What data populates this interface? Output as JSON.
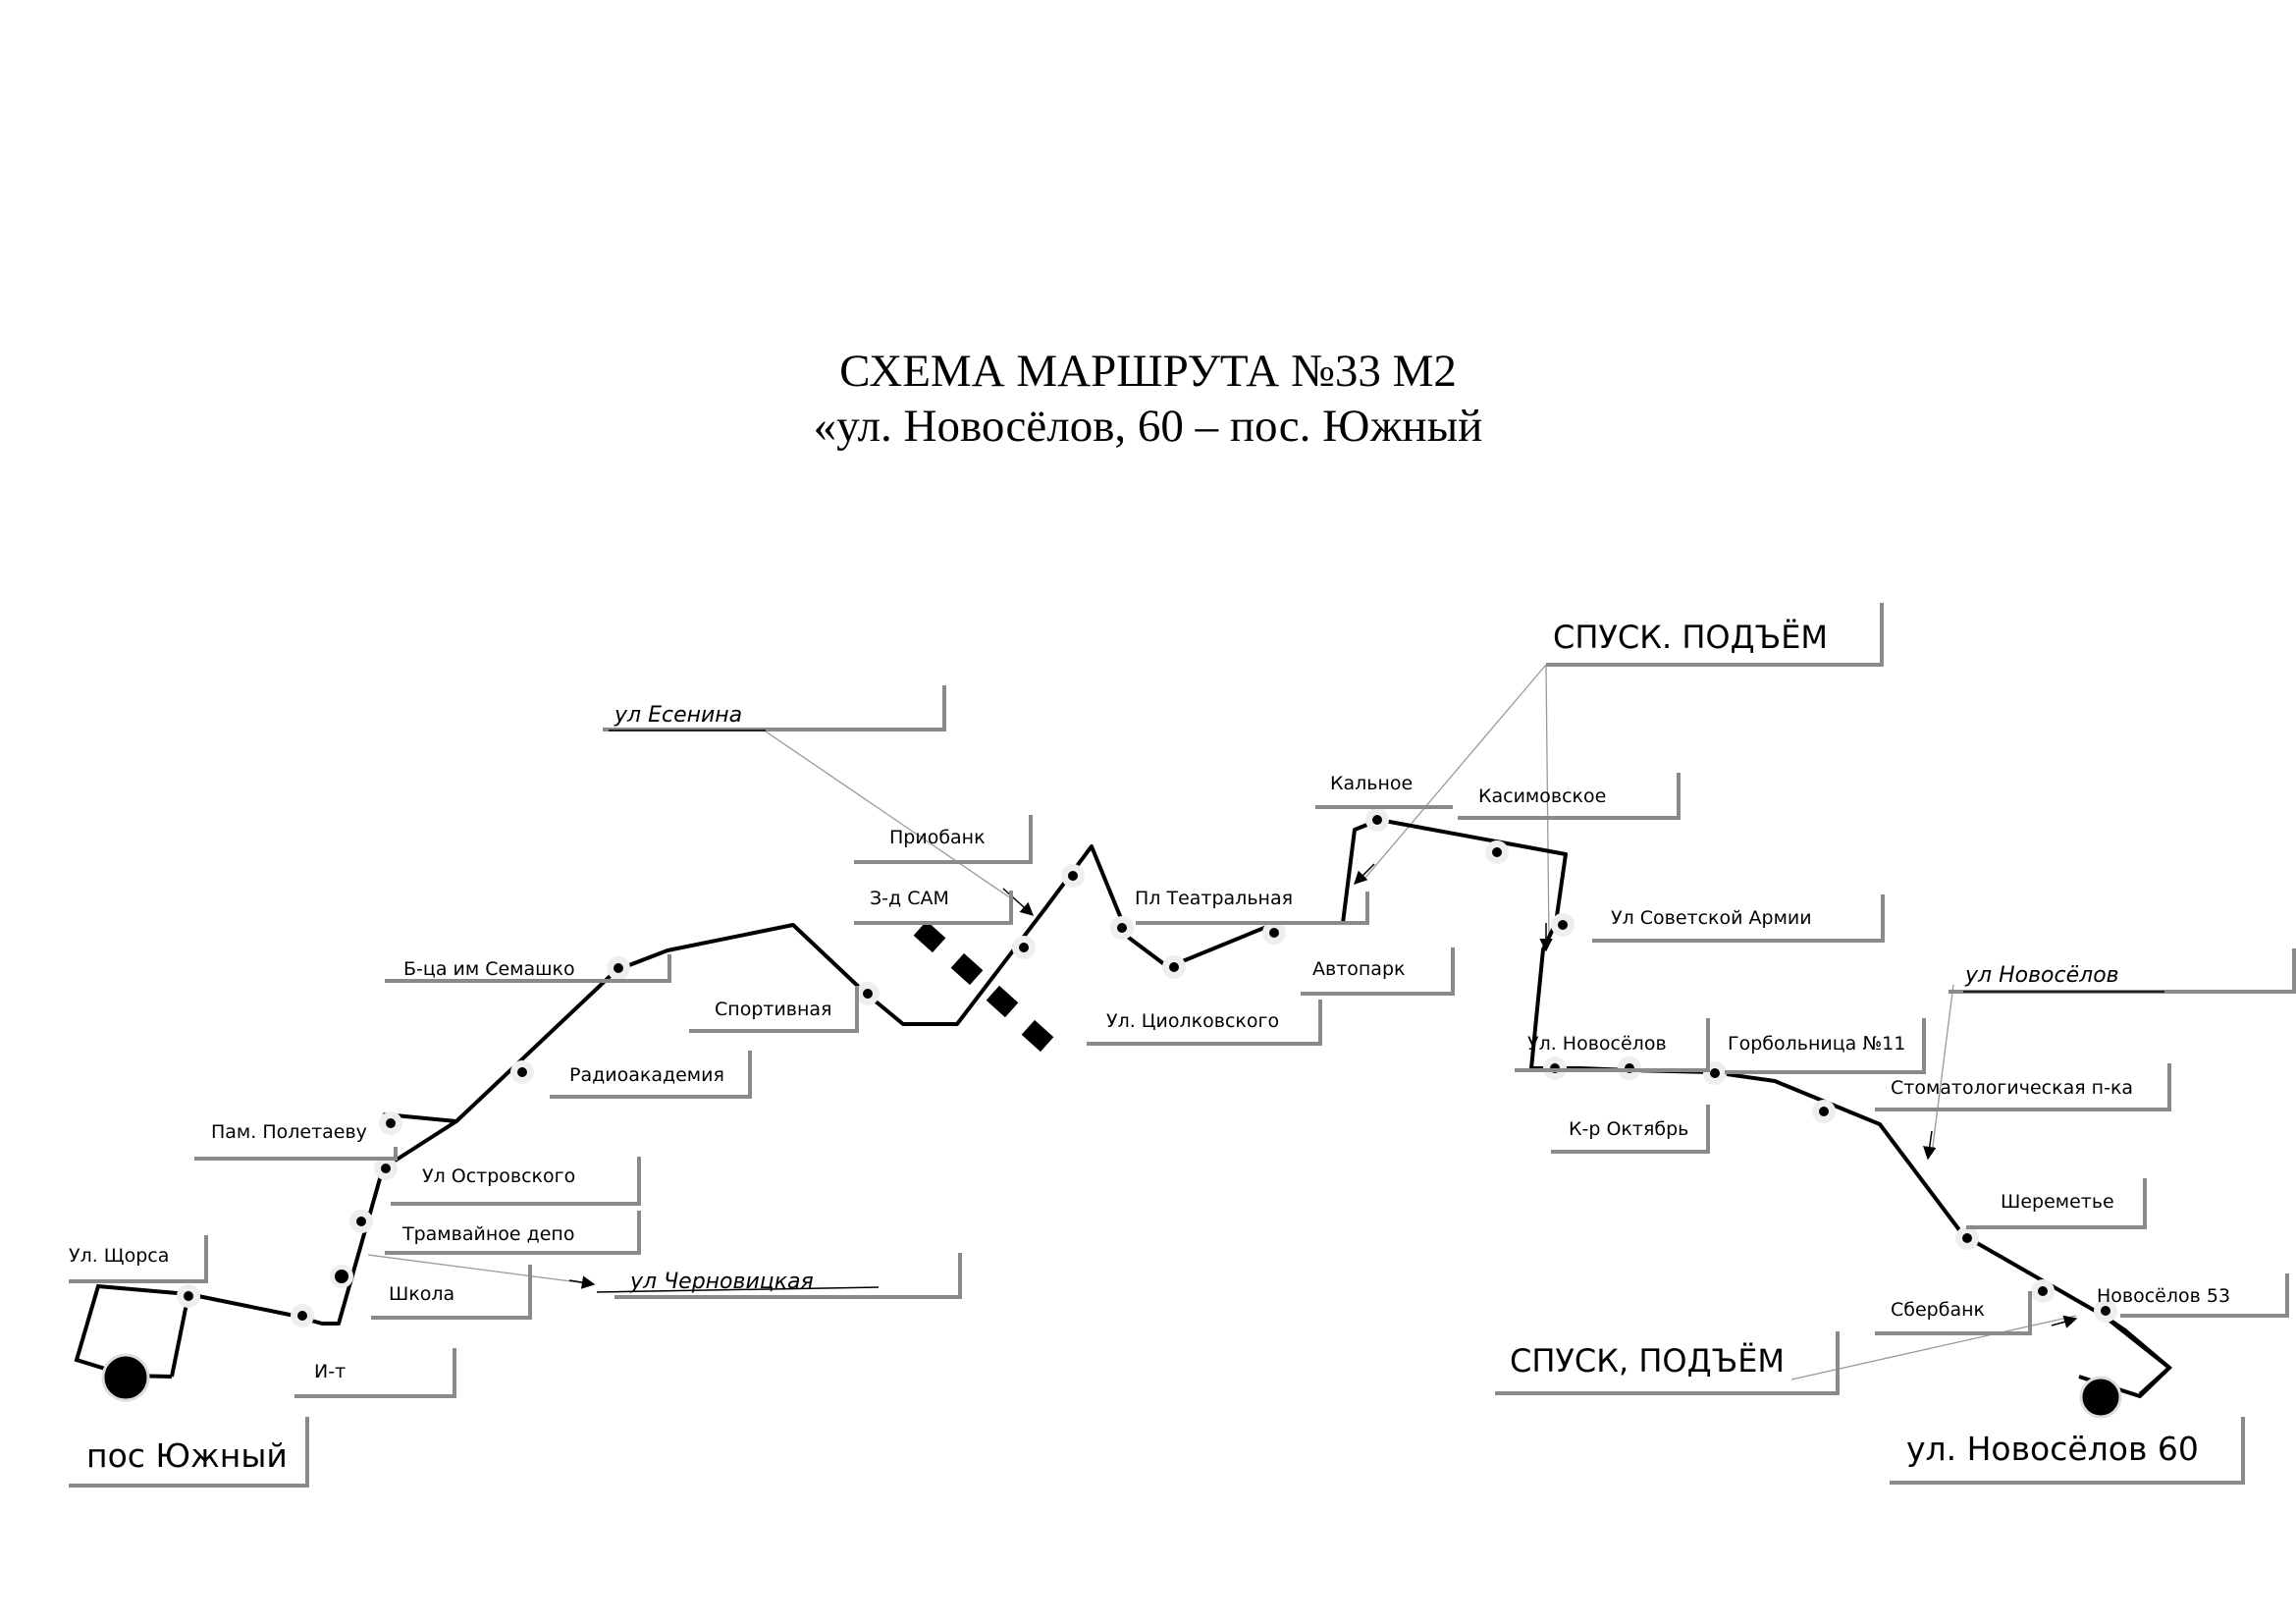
{
  "title": {
    "line1": "СХЕМА МАРШРУТА №33 М2",
    "line2": "«ул. Новосёлов, 60 – пос. Южный"
  },
  "terminals": {
    "start": "пос Южный",
    "end": "ул. Новосёлов 60"
  },
  "stops": {
    "shchorsa": "Ул. Щорса",
    "it": "И-т",
    "shkola": "Школа",
    "tram_depot": "Трамвайное депо",
    "ostrovskogo": "Ул Островского",
    "poletaevu": "Пам. Полетаеву",
    "radioakademiya": "Радиоакадемия",
    "semashko": "Б-ца им Семашко",
    "sportivnaya": "Спортивная",
    "zd_sam": "З-д САМ",
    "priobank": "Приобанк",
    "tsiolkovskogo": "Ул. Циолковского",
    "teatralnaya": "Пл Театральная",
    "avtopark": "Автопарк",
    "kalnoe": "Кальное",
    "kasimovskoe": "Касимовское",
    "sovetskoy_armii": "Ул Советской Армии",
    "novoselov_st": "Ул. Новосёлов",
    "oktyabr": "К-р Октябрь",
    "gorbolnitsa": "Горбольница №11",
    "stomatologicheskaya": "Стоматологическая  п-ка",
    "sheremete": "Шереметье",
    "sberbank": "Сбербанк",
    "novoselov53": "Новосёлов 53"
  },
  "streets": {
    "esenina": "ул Есенина",
    "chernovitskaya": "ул Черновицкая",
    "novoselov": "ул Новосёлов"
  },
  "notes": {
    "descent_top": "СПУСК. ПОДЪЁМ",
    "descent_bottom": "СПУСК, ПОДЪЁМ"
  }
}
